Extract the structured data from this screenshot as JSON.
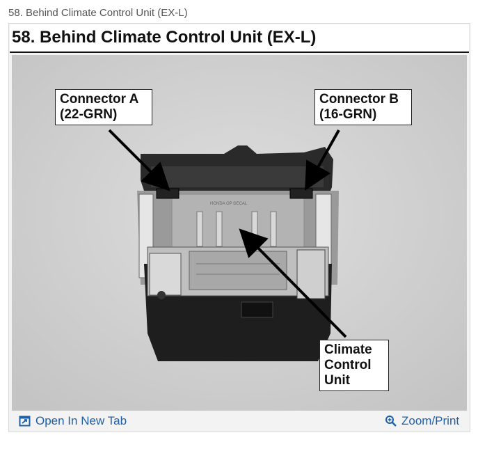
{
  "caption": "58. Behind Climate Control Unit (EX-L)",
  "figure": {
    "title": "58. Behind Climate Control Unit (EX-L)",
    "callouts": {
      "connector_a": {
        "line1": "Connector A",
        "line2": "(22-GRN)"
      },
      "connector_b": {
        "line1": "Connector B",
        "line2": "(16-GRN)"
      },
      "climate_unit": {
        "line1": "Climate",
        "line2": "Control",
        "line3": "Unit"
      }
    },
    "part_label": "HONDA OP DECAL"
  },
  "footer": {
    "open_tab_label": "Open In New Tab",
    "zoom_label": "Zoom/Print",
    "open_tab_icon": "open-in-new-tab-icon",
    "zoom_icon": "zoom-icon",
    "link_color": "#1f5fa8"
  }
}
